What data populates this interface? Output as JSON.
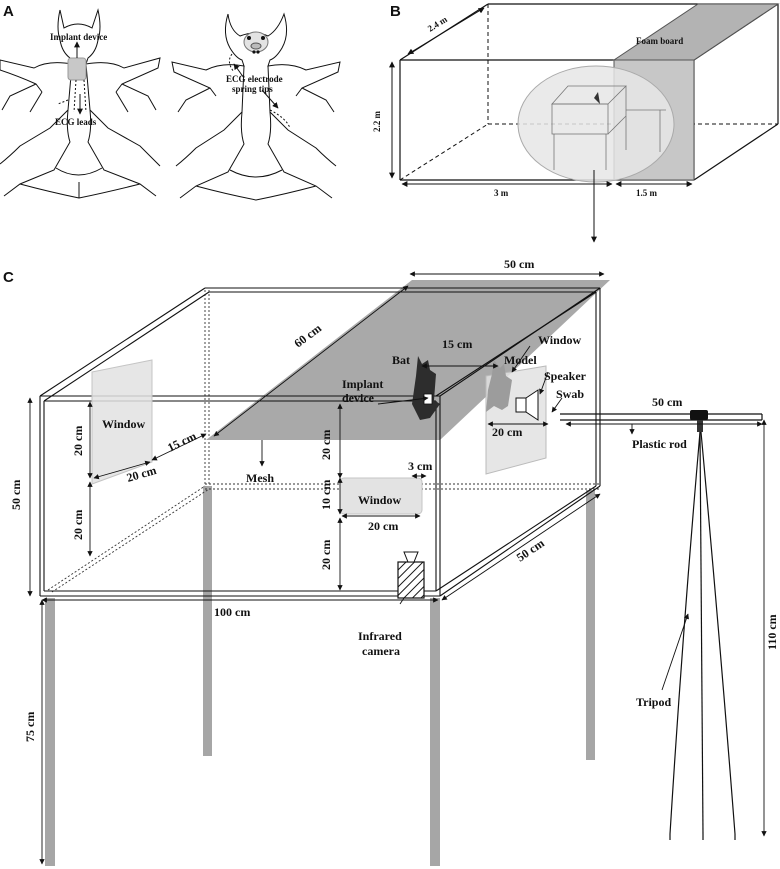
{
  "panels": {
    "a": "A",
    "b": "B",
    "c": "C"
  },
  "panel_a": {
    "implant_device": "Implant device",
    "ecg_leads": "ECG leads",
    "ecg_electrode_line1": "ECG electrode",
    "ecg_electrode_line2": "spring tips"
  },
  "panel_b": {
    "depth": "2.4 m",
    "height": "2.2 m",
    "width": "3 m",
    "extra": "1.5 m",
    "foam_board": "Foam board"
  },
  "panel_c": {
    "top_width": "50 cm",
    "top_diag": "60 cm",
    "bat": "Bat",
    "gap_15_top": "15 cm",
    "model": "Model",
    "window_right": "Window",
    "speaker": "Speaker",
    "swab": "Swab",
    "implant_line1": "Implant",
    "implant_line2": "device",
    "window_left": "Window",
    "left_20_top": "20 cm",
    "left_20_width": "20 cm",
    "left_15": "15 cm",
    "mesh": "Mesh",
    "mid_20_upper": "20 cm",
    "three_cm": "3 cm",
    "ten_cm": "10 cm",
    "window_middle": "Window",
    "mid_20_width": "20 cm",
    "mid_20_lower": "20 cm",
    "left_20_bottom": "20 cm",
    "height_50": "50 cm",
    "speaker_20": "20 cm",
    "rod_50": "50 cm",
    "plastic_rod": "Plastic rod",
    "depth_50": "50 cm",
    "length_100": "100 cm",
    "infrared_line1": "Infrared",
    "infrared_line2": "camera",
    "leg_75": "75 cm",
    "tripod": "Tripod",
    "tripod_110": "110 cm"
  }
}
